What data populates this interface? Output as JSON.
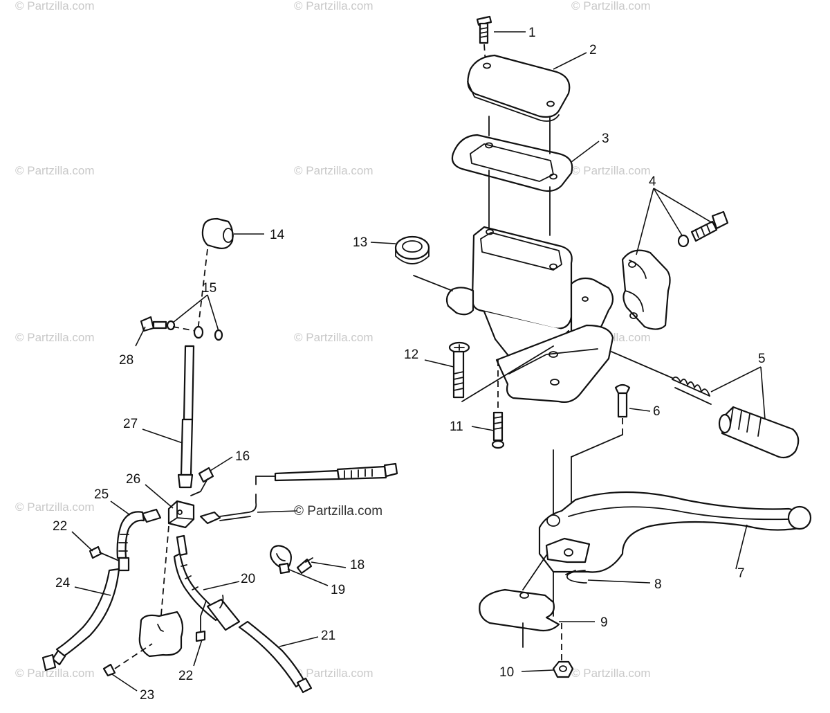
{
  "watermark": {
    "text": "© Partzilla.com",
    "label_17_overlay": "© Partzilla.com"
  },
  "callouts": {
    "c1": "1",
    "c2": "2",
    "c3": "3",
    "c4": "4",
    "c5": "5",
    "c6": "6",
    "c7": "7",
    "c8": "8",
    "c9": "9",
    "c10": "10",
    "c11": "11",
    "c12": "12",
    "c13": "13",
    "c14": "14",
    "c15": "15",
    "c16": "16",
    "c18": "18",
    "c19": "19",
    "c20": "20",
    "c21": "21",
    "c22a": "22",
    "c22b": "22",
    "c23": "23",
    "c24": "24",
    "c25": "25",
    "c26": "26",
    "c27": "27",
    "c28": "28"
  },
  "colors": {
    "line": "#111111",
    "watermark": "#c9c9c9",
    "background": "#ffffff"
  }
}
